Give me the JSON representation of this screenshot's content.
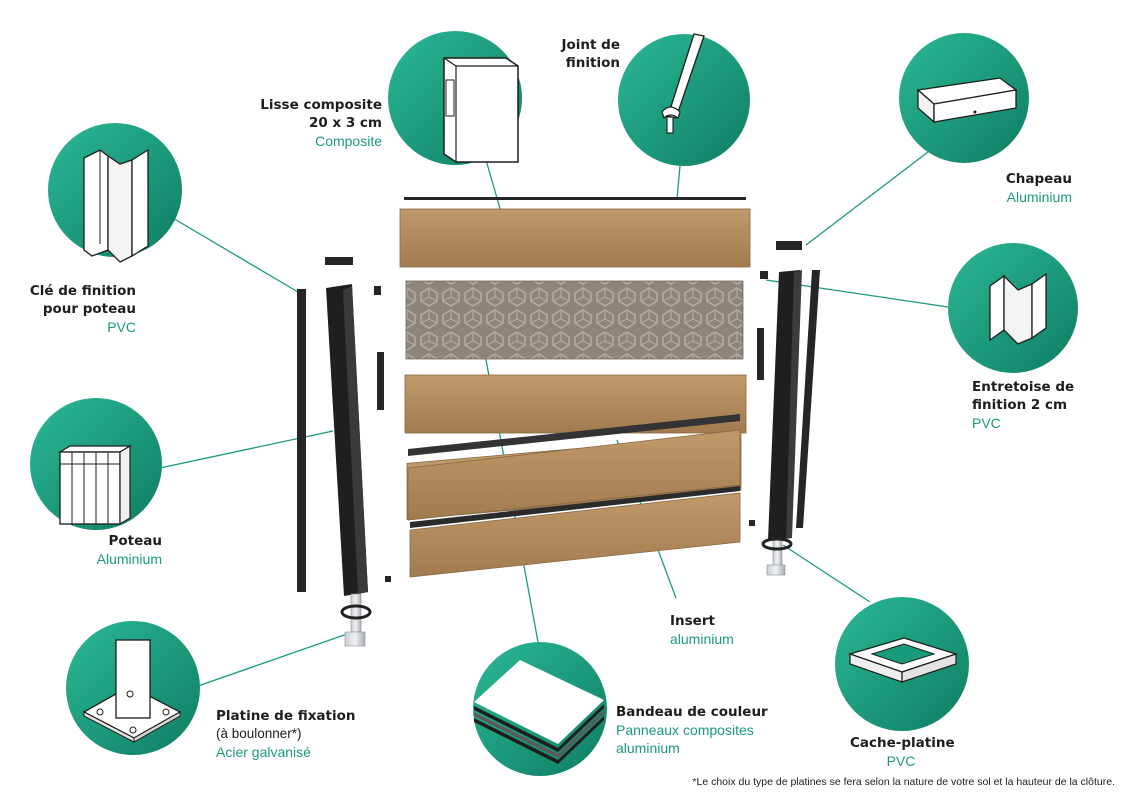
{
  "colors": {
    "teal": "#1a9a7c",
    "teal_light": "#27b592",
    "wood": "#b48d5f",
    "wood_dark": "#8a6a45",
    "aluminium_dark": "#262626",
    "text": "#1d1d1b"
  },
  "labels": {
    "lisse": {
      "title_1": "Lisse composite",
      "title_2": "20 x 3 cm",
      "material": "Composite"
    },
    "joint": {
      "title_1": "Joint de",
      "title_2": "finition"
    },
    "chapeau": {
      "title": "Chapeau",
      "material": "Aluminium"
    },
    "cle": {
      "title_1": "Clé de finition",
      "title_2": "pour poteau",
      "material": "PVC"
    },
    "entretoise": {
      "title_1": "Entretoise de",
      "title_2": "finition 2 cm",
      "material": "PVC"
    },
    "poteau": {
      "title": "Poteau",
      "material": "Aluminium"
    },
    "insert": {
      "title": "Insert",
      "material": "aluminium"
    },
    "platine": {
      "title": "Platine de fixation",
      "note": "(à boulonner*)",
      "material": "Acier galvanisé"
    },
    "bandeau": {
      "title": "Bandeau de couleur",
      "material_1": "Panneaux composites",
      "material_2": "aluminium"
    },
    "cache": {
      "title": "Cache-platine",
      "material": "PVC"
    }
  },
  "footnote": "*Le choix du type de platines se fera selon la nature de votre sol et la hauteur de la clôture."
}
